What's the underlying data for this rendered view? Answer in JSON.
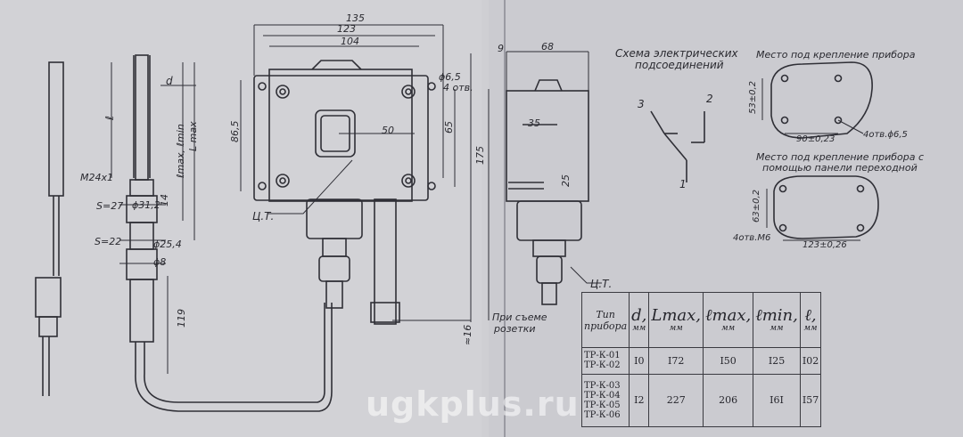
{
  "dimensions": {
    "d135": "135",
    "d123": "123",
    "d104": "104",
    "d68": "68",
    "d9": "9",
    "d865": "86,5",
    "d65": "65",
    "d175": "175",
    "d50": "50",
    "d35": "35",
    "d25": "25",
    "d119": "119",
    "d16": "≈16",
    "phi65": "ϕ6,5",
    "holes4": "4 отв.",
    "m24": "M24x1",
    "s27": "S=27",
    "phi312": "ϕ31,2",
    "d14": "14",
    "s22": "S=22",
    "phi254": "ϕ25,4",
    "phi8": "ϕ8",
    "d_label": "d",
    "l_label": "ℓ",
    "lmaxmin": "ℓmax, ℓmin",
    "lmax": "L max"
  },
  "labels": {
    "ct1": "Ц.Т.",
    "ct2": "Ц.Т.",
    "connector_note_1": "При съеме",
    "connector_note_2": "розетки"
  },
  "wiring": {
    "title_1": "Схема электрических",
    "title_2": "подсоединений",
    "t3": "3",
    "t2": "2",
    "t1": "1"
  },
  "mount1": {
    "title": "Место под крепление прибора",
    "dim_h": "53±0,2",
    "dim_w": "90±0,23",
    "holes": "4отв.ϕ6,5"
  },
  "mount2": {
    "title_1": "Место под крепление прибора с",
    "title_2": "помощью панели переходной",
    "dim_h": "63±0,2",
    "dim_w": "123±0,26",
    "holes": "4отв.M6"
  },
  "table": {
    "headers": {
      "type": "Тип прибора",
      "d": "d,",
      "d_unit": "мм",
      "Lmax": "Lmax,",
      "Lmax_unit": "мм",
      "lmax": "ℓmax,",
      "lmax_unit": "мм",
      "lmin": "ℓmin,",
      "lmin_unit": "мм",
      "l": "ℓ,",
      "l_unit": "мм"
    },
    "rows": [
      {
        "types": "ТР-К-01\nТР-К-02",
        "d": "I0",
        "Lmax": "I72",
        "lmax": "I50",
        "lmin": "I25",
        "l": "I02"
      },
      {
        "types": "ТР-К-03\nТР-К-04\nТР-К-05\nТР-К-06",
        "d": "I2",
        "Lmax": "227",
        "lmax": "206",
        "lmin": "I6I",
        "l": "I57"
      }
    ]
  },
  "watermark": "ugkplus.ru"
}
